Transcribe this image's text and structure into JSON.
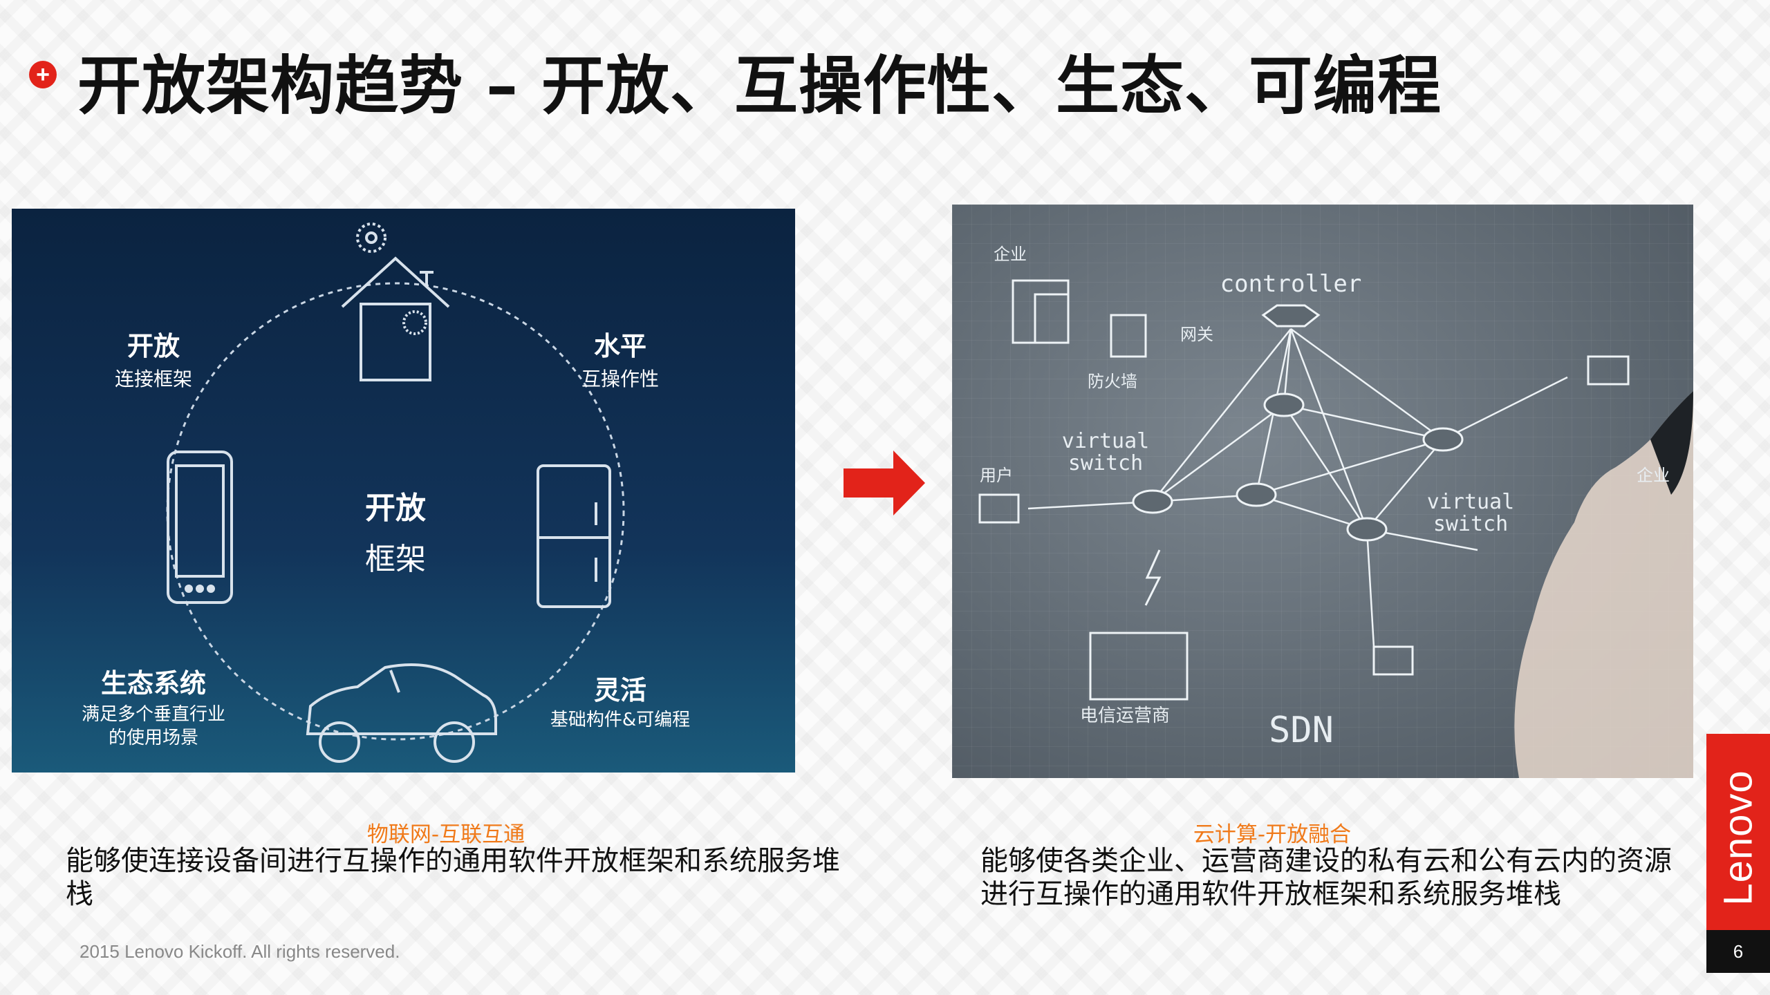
{
  "title": "开放架构趋势 – 开放、互操作性、生态、可编程",
  "bullet_symbol": "+",
  "iot": {
    "center_top": "开放",
    "center_bottom": "框架",
    "top_left_title": "开放",
    "top_left_sub": "连接框架",
    "top_right_title": "水平",
    "top_right_sub": "互操作性",
    "bottom_left_title": "生态系统",
    "bottom_left_sub1": "满足多个垂直行业",
    "bottom_left_sub2": "的使用场景",
    "bottom_right_title": "灵活",
    "bottom_right_sub": "基础构件&可编程",
    "caption": "物联网-互联互通",
    "description": "能够使连接设备间进行互操作的通用软件开放框架和系统服务堆栈"
  },
  "sdn": {
    "controller": "controller",
    "virtual_switch_1": "virtual",
    "virtual_switch_1b": "switch",
    "virtual_switch_2": "virtual",
    "virtual_switch_2b": "switch",
    "enterprise_1": "企业",
    "enterprise_2": "企业",
    "firewall": "防火墙",
    "gateway": "网关",
    "user": "用户",
    "telecom": "电信运营商",
    "sdn_label": "SDN",
    "caption": "云计算-开放融合",
    "description": "能够使各类企业、运营商建设的私有云和公有云内的资源进行互操作的通用软件开放框架和系统服务堆栈"
  },
  "footer": "2015 Lenovo Kickoff. All rights reserved.",
  "brand": "Lenovo",
  "page_number": "6",
  "colors": {
    "accent_red": "#e2231a",
    "caption_orange": "#f07a1a"
  }
}
